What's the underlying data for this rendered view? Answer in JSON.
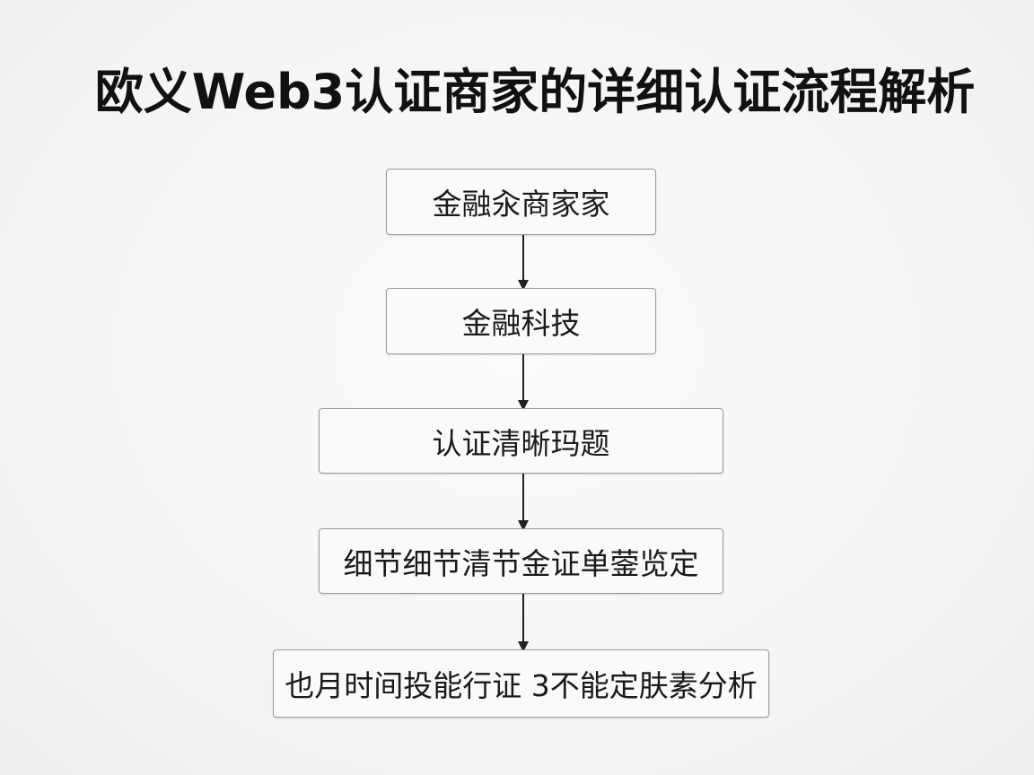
{
  "title": "欧义Web3认证商家的详细认证流程解析",
  "flow": {
    "steps": [
      "金融汆商家家",
      "金融科技",
      "认证清晰玛题",
      "细节细节清节金证单蓥览定",
      "也月时间投能行证 3不能定肤素分析"
    ],
    "colors": {
      "box_border": "#9a9a9a",
      "arrow": "#222222",
      "text": "#1a1a1a"
    }
  }
}
